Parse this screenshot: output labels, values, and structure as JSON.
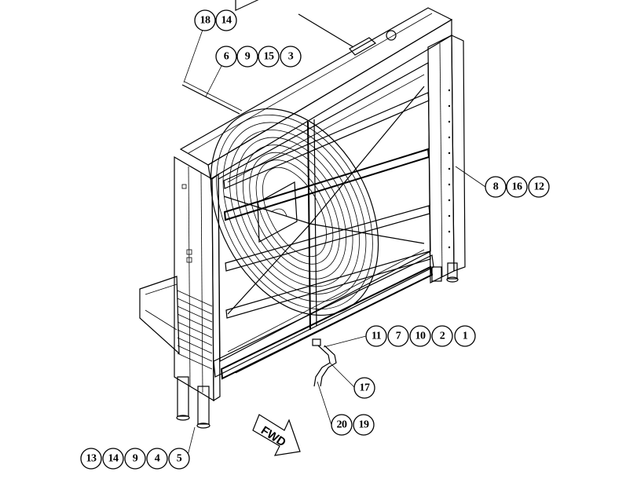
{
  "callouts": [
    {
      "id": "c-18-14",
      "numbers": [
        "18",
        "14"
      ]
    },
    {
      "id": "c-6-9-15-3",
      "numbers": [
        "6",
        "9",
        "15",
        "3"
      ]
    },
    {
      "id": "c-8-16-12",
      "numbers": [
        "8",
        "16",
        "12"
      ]
    },
    {
      "id": "c-11-7-10-2-1",
      "numbers": [
        "11",
        "7",
        "10",
        "2",
        "1"
      ]
    },
    {
      "id": "c-17",
      "numbers": [
        "17"
      ]
    },
    {
      "id": "c-20-19",
      "numbers": [
        "20",
        "19"
      ]
    },
    {
      "id": "c-13-14-9-4-5",
      "numbers": [
        "13",
        "14",
        "9",
        "4",
        "5"
      ]
    }
  ],
  "direction_label": "FWD",
  "colors": {
    "line": "#000000",
    "background": "#ffffff"
  }
}
